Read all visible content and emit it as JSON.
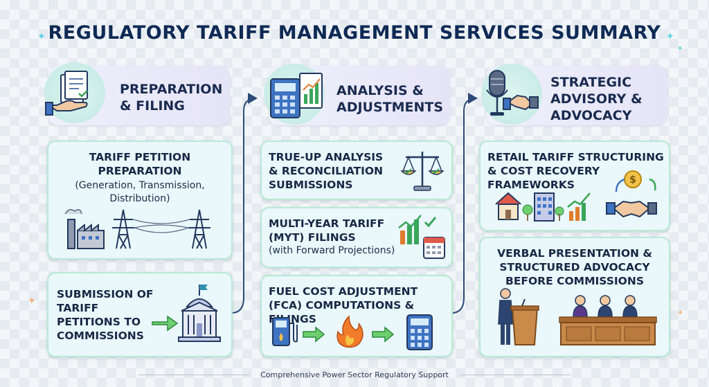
{
  "title": "REGULATORY TARIFF MANAGEMENT SERVICES SUMMARY",
  "footer": "Comprehensive Power Sector Regulatory Support",
  "colors": {
    "accent_teal": "#59d2e3",
    "card_border": "#b8ead2",
    "arrow": "#2c4a78"
  },
  "columns": [
    {
      "header": "PREPARATION\n& FILING",
      "icon": "document-hand-icon",
      "cards": [
        {
          "title": "TARIFF PETITION\nPREPARATION",
          "subtitle": "(Generation, Transmission,\nDistribution)",
          "icons": [
            "power-plant-icon",
            "transmission-tower-icon"
          ]
        },
        {
          "title": "SUBMISSION OF\nTARIFF\nPETITIONS TO\nCOMMISSIONS",
          "icons": [
            "government-building-icon"
          ]
        }
      ]
    },
    {
      "header": "ANALYSIS &\nADJUSTMENTS",
      "icon": "calculator-chart-icon",
      "cards": [
        {
          "title": "TRUE-UP ANALYSIS\n&  RECONCILIATION\nSUBMISSIONS",
          "icons": [
            "balance-scale-icon"
          ]
        },
        {
          "title": "MULTI-YEAR TARIFF\n(MYT) FILINGS",
          "subtitle": "(with Forward Projections)",
          "icons": [
            "growth-chart-icon",
            "calendar-icon"
          ]
        },
        {
          "title": "FUEL COST ADJUSTMENT\n(FCA) COMPUTATIONS & FILINGS",
          "icons": [
            "fuel-pump-icon",
            "flame-icon",
            "calculator-icon"
          ]
        }
      ]
    },
    {
      "header": "STRATEGIC\nADVISORY &\nADVOCACY",
      "icon": "microphone-handshake-icon",
      "cards": [
        {
          "title": "RETAIL TARIFF STRUCTURING\n& COST RECOVERY\nFRAMEWORKS",
          "icons": [
            "house-icon",
            "office-building-icon",
            "growth-chart-icon",
            "dollar-cycle-icon",
            "handshake-icon"
          ]
        },
        {
          "title": "VERBAL PRESENTATION &\nSTRUCTURED ADVOCACY\nBEFORE COMMISSIONS",
          "icons": [
            "presenter-podium-icon",
            "commission-panel-icon"
          ]
        }
      ]
    }
  ]
}
